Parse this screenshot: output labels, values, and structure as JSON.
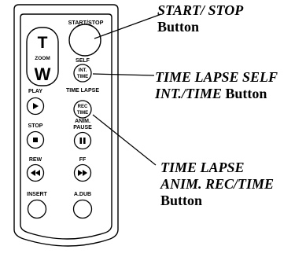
{
  "remote": {
    "start_stop_label": "START/STOP",
    "zoom_t": "T",
    "zoom_label": "ZOOM",
    "zoom_w": "W",
    "self_label": "SELF",
    "int_time_line1": "INT.",
    "int_time_line2": "TIME",
    "time_lapse_label": "TIME LAPSE",
    "rec_time_line1": "REC",
    "rec_time_line2": "TIME",
    "anim_label": "ANIM.",
    "play_label": "PLAY",
    "stop_label": "STOP",
    "pause_label": "PAUSE",
    "rew_label": "REW",
    "ff_label": "FF",
    "insert_label": "INSERT",
    "adub_label": "A.DUB"
  },
  "callouts": {
    "start_stop": {
      "italic": "START/ STOP",
      "bold": "Button"
    },
    "time_lapse_self": {
      "italic_line1": "TIME LAPSE SELF",
      "italic_line2": "INT./TIME",
      "bold": " Button"
    },
    "time_lapse_anim": {
      "italic_line1": "TIME LAPSE",
      "italic_line2": "ANIM. REC/TIME",
      "bold": "Button"
    }
  },
  "colors": {
    "ink": "#000000",
    "background": "#ffffff"
  }
}
